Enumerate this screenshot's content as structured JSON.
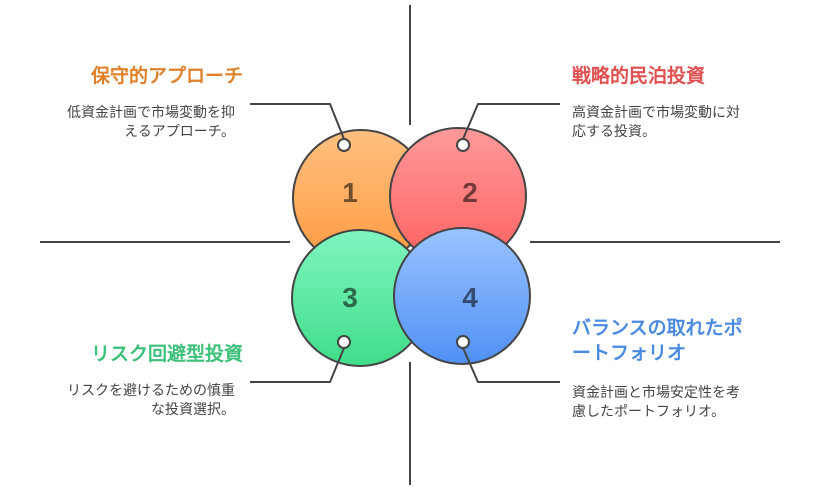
{
  "colors": {
    "orange": "#E0812A",
    "red": "#E05050",
    "green": "#3CC07A",
    "blue": "#4A8AE0"
  },
  "quadrants": [
    {
      "number": "1",
      "title": "保守的アプローチ",
      "desc": "低資金計画で市場変動を抑えるアプローチ。"
    },
    {
      "number": "2",
      "title": "戦略的民泊投資",
      "desc": "高資金計画で市場変動に対応する投資。"
    },
    {
      "number": "3",
      "title": "リスク回避型投資",
      "desc": "リスクを避けるための慎重な投資選択。"
    },
    {
      "number": "4",
      "title": "バランスの取れたポートフォリオ",
      "desc": "資金計画と市場安定性を考慮したポートフォリオ。"
    }
  ]
}
